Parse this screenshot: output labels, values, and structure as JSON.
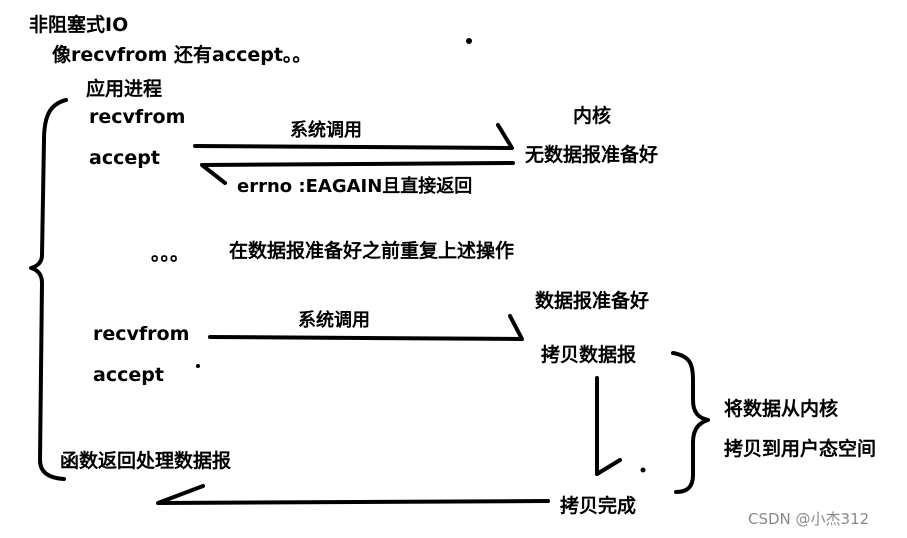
{
  "title": "非阻塞式IO",
  "subtitle": "像recvfrom 还有accept。。",
  "app_process": "应用进程",
  "recvfrom_1": "recvfrom",
  "accept_1": "accept",
  "syscall_1": "系统调用",
  "kernel": "内核",
  "no_data_ready": "无数据报准备好",
  "errno_return": "errno :EAGAIN且直接返回",
  "repeat_ellipsis": "。。。",
  "repeat_text": "在数据报准备好之前重复上述操作",
  "data_ready": "数据报准备好",
  "recvfrom_2": "recvfrom",
  "accept_2": "accept",
  "syscall_2": "系统调用",
  "copy_datagram": "拷贝数据报",
  "copy_desc_1": "将数据从内核",
  "copy_desc_2": "拷贝到用户态空间",
  "func_return": "函数返回处理数据报",
  "copy_done": "拷贝完成",
  "watermark": "CSDN @小杰312"
}
